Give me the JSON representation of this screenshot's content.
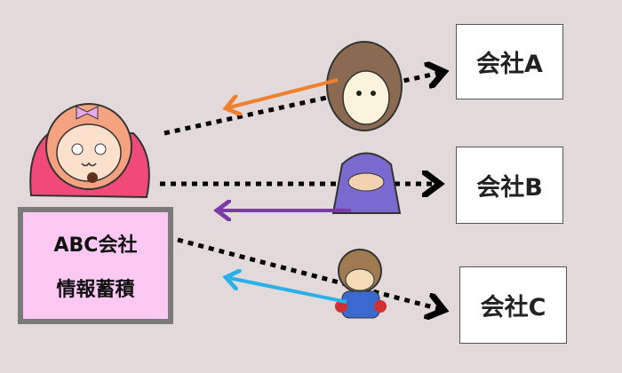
{
  "center_box": {
    "line1": "ABC会社",
    "line2": "情報蓄積"
  },
  "companies": [
    {
      "label": "会社A",
      "arrow_color": "#f08030"
    },
    {
      "label": "会社B",
      "arrow_color": "#7a3aa8"
    },
    {
      "label": "会社C",
      "arrow_color": "#28b0e8"
    }
  ]
}
